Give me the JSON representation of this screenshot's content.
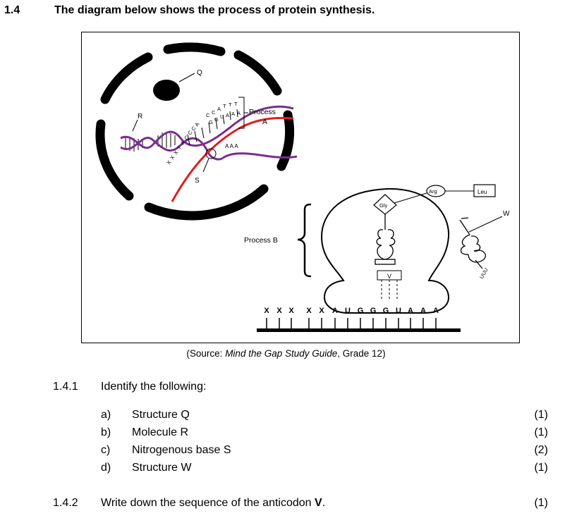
{
  "question": {
    "number": "1.4",
    "title": "The diagram below shows the process of protein synthesis."
  },
  "diagram": {
    "labels": {
      "Q": "Q",
      "R": "R",
      "S": "S",
      "process_a": "Process",
      "process_a_letter": "A",
      "process_b": "Process B",
      "W": "W",
      "V": "V",
      "gly": "Gly",
      "arg": "Arg",
      "leu": "Leu",
      "uuu": "UUU",
      "aaa": "A A A"
    },
    "mrna_sequence": [
      "X",
      "X",
      "X",
      "X",
      "X",
      "A",
      "U",
      "G",
      "G",
      "G",
      "U",
      "A",
      "A",
      "A"
    ],
    "dna_top_bases": [
      "C",
      "C",
      "A",
      "T",
      "T",
      "T",
      "G",
      "G",
      "U",
      "A",
      "A",
      "A"
    ],
    "dna_bottom_bases": [
      "X",
      "X",
      "X",
      "T",
      "A",
      "C",
      "C",
      "C",
      "A"
    ]
  },
  "source": {
    "prefix": "(Source: ",
    "title": "Mind the Gap Study Guide",
    "suffix": ", Grade 12)"
  },
  "subquestion_1": {
    "number": "1.4.1",
    "text": "Identify the following:",
    "items": [
      {
        "letter": "a)",
        "text": "Structure Q",
        "marks": "(1)"
      },
      {
        "letter": "b)",
        "text": "Molecule R",
        "marks": "(1)"
      },
      {
        "letter": "c)",
        "text": "Nitrogenous base S",
        "marks": "(2)"
      },
      {
        "letter": "d)",
        "text": "Structure W",
        "marks": "(1)"
      }
    ]
  },
  "subquestion_2": {
    "number": "1.4.2",
    "text": "Write down the sequence of the anticodon ",
    "bold": "V",
    "end": ".",
    "marks": "(1)"
  }
}
